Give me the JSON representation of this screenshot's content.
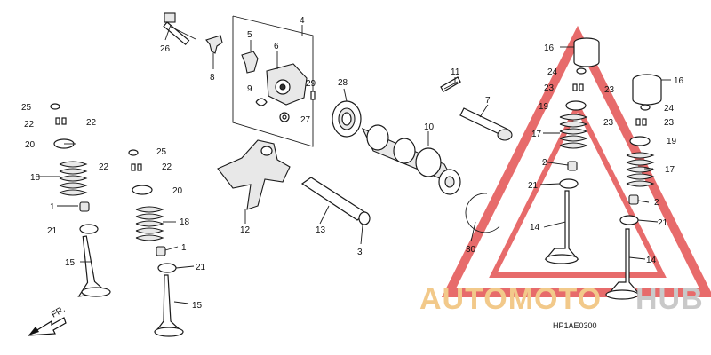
{
  "diagram": {
    "labels": {
      "l26": "26",
      "l8": "8",
      "l4": "4",
      "l5": "5",
      "l6": "6",
      "l9": "9",
      "l29": "29",
      "l27": "27",
      "l28": "28",
      "l10": "10",
      "l11": "11",
      "l7": "7",
      "l12": "12",
      "l13": "13",
      "l3": "3",
      "l30": "30",
      "l16a": "16",
      "l16b": "16",
      "l24a": "24",
      "l24b": "24",
      "l23a": "23",
      "l23b": "23",
      "l23c": "23",
      "l23d": "23",
      "l19a": "19",
      "l19b": "19",
      "l17a": "17",
      "l17b": "17",
      "l2a": "2",
      "l2b": "2",
      "l21a": "21",
      "l21b": "21",
      "l21c": "21",
      "l21d": "21",
      "l14a": "14",
      "l14b": "14",
      "l25a": "25",
      "l25b": "25",
      "l22a": "22",
      "l22b": "22",
      "l22c": "22",
      "l22d": "22",
      "l20a": "20",
      "l20b": "20",
      "l18a": "18",
      "l18b": "18",
      "l1a": "1",
      "l1b": "1",
      "l15a": "15",
      "l15b": "15"
    },
    "fr_arrow": "FR.",
    "code": "HP1AE0300",
    "watermark": {
      "part1": "AUTOMOTO",
      "part2": "HUB",
      "color_light": "#f2c98a",
      "color_dark": "#c9c9c9",
      "triangle_color": "#e03a3a"
    }
  }
}
